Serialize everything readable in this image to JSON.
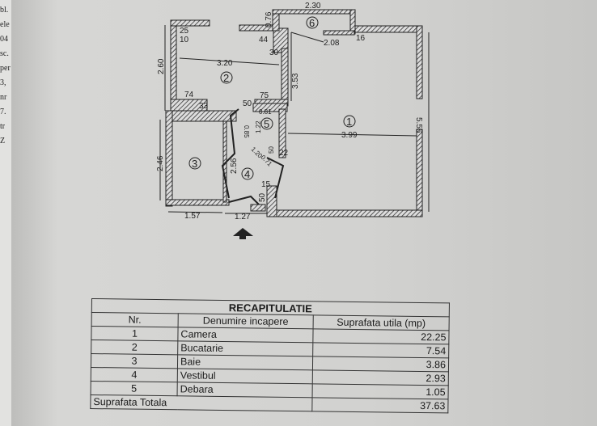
{
  "left_page_fragments": [
    "bl.",
    "ele",
    "04",
    "sc.",
    "per",
    "3,",
    "nr",
    "7.",
    "tr",
    "Z"
  ],
  "plan": {
    "rooms": [
      "1",
      "2",
      "3",
      "4",
      "5",
      "6"
    ],
    "dimensions": [
      "2.30",
      "0.76",
      "25",
      "10",
      "44",
      "30",
      "16",
      "2.08",
      "3.20",
      "2.60",
      "74",
      "33",
      "75",
      "50",
      "3.53",
      "0.81",
      "1.22",
      "0.85",
      "1.20",
      "0.71",
      "50",
      "22",
      "15",
      "50",
      "3.99",
      "5.56",
      "2.46",
      "2.56",
      "1.57",
      "1.27"
    ],
    "entrance_icon": "arrow-up-icon"
  },
  "recap": {
    "title": "RECAPITULATIE",
    "headers": [
      "Nr.",
      "Denumire incapere",
      "Suprafata utila (mp)"
    ],
    "rows": [
      {
        "nr": "1",
        "name": "Camera",
        "area": "22.25"
      },
      {
        "nr": "2",
        "name": "Bucatarie",
        "area": "7.54"
      },
      {
        "nr": "3",
        "name": "Baie",
        "area": "3.86"
      },
      {
        "nr": "4",
        "name": "Vestibul",
        "area": "2.93"
      },
      {
        "nr": "5",
        "name": "Debara",
        "area": "1.05"
      }
    ],
    "total_label": "Suprafata Totala",
    "total_value": "37.63"
  }
}
